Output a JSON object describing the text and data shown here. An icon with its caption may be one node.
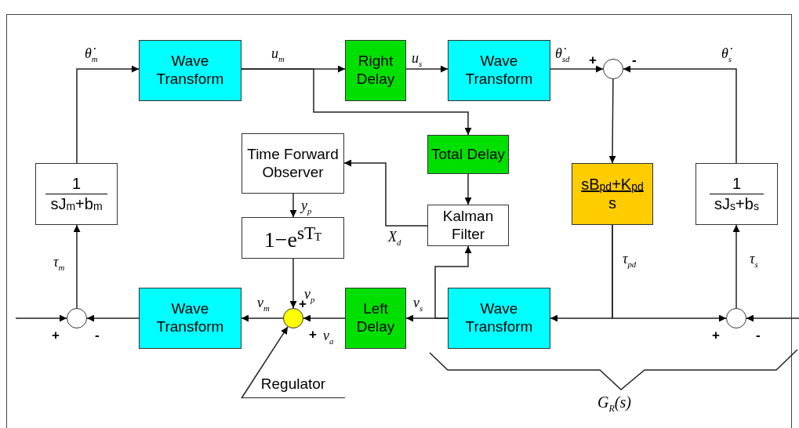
{
  "diagram": {
    "nodes": [
      {
        "text": [
          "Wave Transform"
        ]
      },
      {
        "text": [
          "Right Delay"
        ]
      },
      {
        "text": [
          "Wave Transform"
        ]
      },
      {
        "text": [],
        "shape": "circle"
      },
      {
        "text": [
          "1",
          "sJ$_{m}$+b$_{m}$"
        ]
      },
      {
        "text": [
          "Time Forward Observer"
        ]
      },
      {
        "text": [
          "Total Delay"
        ]
      },
      {
        "text": [
          "Kalman Filter"
        ]
      },
      {
        "text": [
          "1−e$^{sT}$$_{T}$"
        ]
      },
      {
        "text": [
          "sB$_{pd}$+K$_{pd}$",
          "s"
        ]
      },
      {
        "text": [
          "1",
          "sJ$_{s}$+b$_{s}$"
        ]
      },
      {
        "text": [],
        "shape": "circle"
      },
      {
        "text": [
          "Wave Transform"
        ]
      },
      {
        "text": [],
        "shape": "circle"
      },
      {
        "text": [
          "Left Delay"
        ]
      },
      {
        "text": [
          "Wave Transform"
        ]
      },
      {
        "text": [],
        "shape": "circle"
      },
      {
        "text": [
          "Regulator"
        ]
      }
    ],
    "edges": [
      {
        "from": null,
        "to": 11,
        "arrow": "to"
      },
      {
        "from": 11,
        "to": 4,
        "arrow": "to",
        "label": "τ$_{m}$"
      },
      {
        "from": 4,
        "to": 0,
        "arrow": "to",
        "label": "θ̇$_{m}$"
      },
      {
        "from": 0,
        "to": 1,
        "arrow": "to",
        "label": "u$_{m}$"
      },
      {
        "from": 1,
        "to": 2,
        "arrow": "to",
        "label": "u$_{s}$"
      },
      {
        "from": 0,
        "to": 6,
        "arrow": "to"
      },
      {
        "from": 2,
        "to": 3,
        "arrow": "to",
        "label": "θ̇$_{sd}$"
      },
      {
        "from": 10,
        "to": 3,
        "arrow": "to",
        "label": "θ̇$_{s}$"
      },
      {
        "from": 3,
        "to": 9,
        "arrow": "to"
      },
      {
        "from": 9,
        "to": 15,
        "arrow": "to",
        "label": "τ$_{pd}$"
      },
      {
        "from": 9,
        "to": 16,
        "arrow": "to"
      },
      {
        "from": null,
        "to": 16,
        "arrow": "to"
      },
      {
        "from": 16,
        "to": 10,
        "arrow": "to",
        "label": "τ$_{s}$"
      },
      {
        "from": 15,
        "to": 14,
        "arrow": "to",
        "label": "v$_{s}$"
      },
      {
        "from": 15,
        "to": 7,
        "arrow": "to"
      },
      {
        "from": 6,
        "to": 7,
        "arrow": "to"
      },
      {
        "from": 7,
        "to": 5,
        "arrow": "to",
        "label": "X$_{d}$"
      },
      {
        "from": 5,
        "to": 8,
        "arrow": "to",
        "label": "y$_{p}$"
      },
      {
        "from": 8,
        "to": 13,
        "arrow": "to",
        "label": "v$_{p}$"
      },
      {
        "from": 14,
        "to": 13,
        "arrow": "to",
        "label": "v$_{a}$"
      },
      {
        "from": 13,
        "to": 12,
        "arrow": "to",
        "label": "v$_{m}$"
      },
      {
        "from": 12,
        "to": 11,
        "arrow": "to"
      },
      {
        "from": 17,
        "to": 13,
        "arrow": "to"
      }
    ],
    "labels": [
      "+",
      "-",
      "+",
      "+",
      "-",
      "+",
      "+",
      "-",
      "G$_{R}$(s)"
    ]
  }
}
